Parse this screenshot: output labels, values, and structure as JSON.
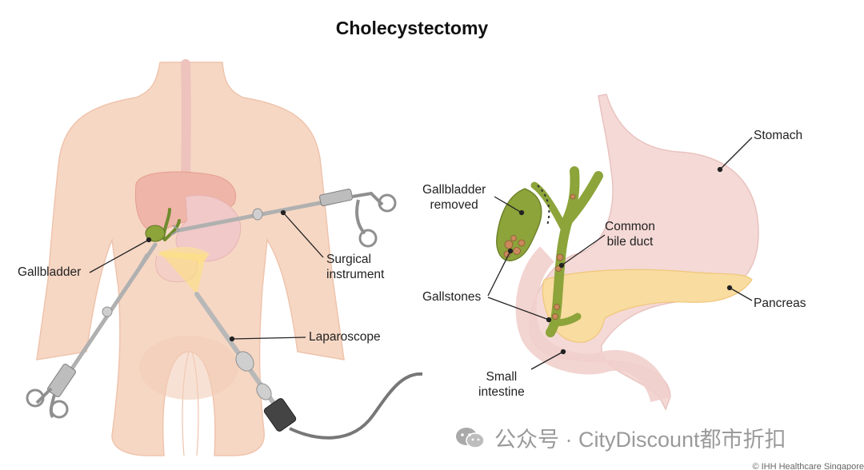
{
  "title": "Cholecystectomy",
  "labels": {
    "gallbladder": "Gallbladder",
    "surgical_instrument": "Surgical\ninstrument",
    "laparoscope": "Laparoscope",
    "gallbladder_removed": "Gallbladder\nremoved",
    "common_bile_duct": "Common\nbile duct",
    "gallstones": "Gallstones",
    "small_intestine": "Small\nintestine",
    "stomach": "Stomach",
    "pancreas": "Pancreas"
  },
  "watermark": {
    "text": "公众号 · CityDiscount都市折扣",
    "icon": "wechat-icon"
  },
  "credit": "© IHH Healthcare Singapore",
  "colors": {
    "skin": "#f6d7c4",
    "stomach": "#f4d9d6",
    "liver": "#eeb5a8",
    "gallbladder": "#8ca43a",
    "pancreas": "#f9dca0",
    "instrument": "#aaaaaa"
  }
}
